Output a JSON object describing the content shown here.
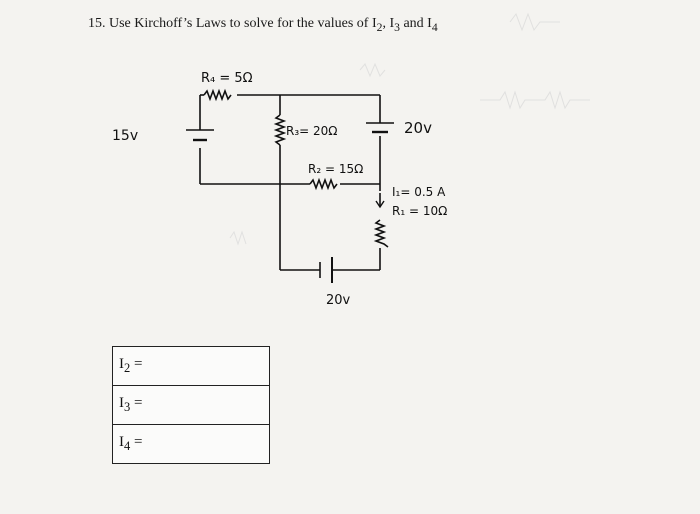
{
  "question": {
    "number": "15.",
    "text": "Use Kirchoff’s Laws to solve for the values of I",
    "sub2": "2",
    "sep1": ", I",
    "sub3": "3",
    "sep2": " and I",
    "sub4": "4"
  },
  "circuit": {
    "r4_label": "R₄ = 5Ω",
    "r3_label": "R₃= 20Ω",
    "r2_label": "R₂ = 15Ω",
    "i1_label": "I₁= 0.5 A",
    "r1_label": "R₁ = 10Ω",
    "v_left": "15v",
    "v_right": "20v",
    "v_bottom": "20v"
  },
  "answers": [
    {
      "label": "I",
      "sub": "2",
      "eq": " ="
    },
    {
      "label": "I",
      "sub": "3",
      "eq": " ="
    },
    {
      "label": "I",
      "sub": "4",
      "eq": " ="
    }
  ]
}
